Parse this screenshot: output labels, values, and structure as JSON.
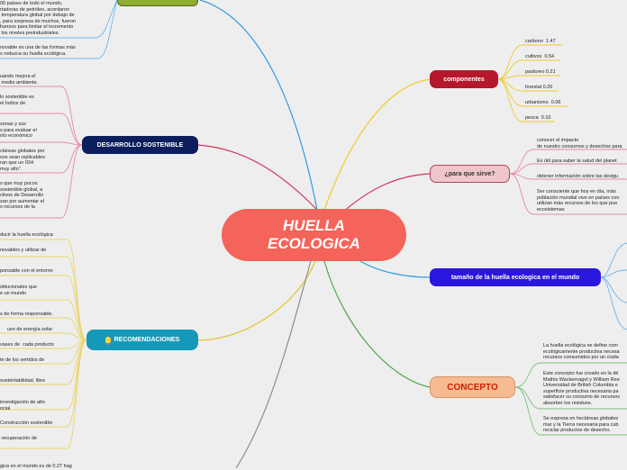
{
  "central": {
    "line1": "HUELLA",
    "line2": "ECOLOGICA"
  },
  "componentes": {
    "label": "componentes",
    "items": [
      "carbono  1.47",
      "cultivos  0.54",
      "pastoreo 0.21",
      "forestal 0.26",
      "urbanismo  0.06",
      "pesca  0.10"
    ]
  },
  "para_que": {
    "label": "¿para que sirve?",
    "items": [
      "conocer el impacto\nde nuestro consumos y desechos para",
      "Es útil para saber la salud del planet",
      "obtener información sobre las desigu",
      "Ser consciente que hoy en día, más\npoblación mundial vive en países con\nutilizan más recursos de los que pue\necosistemas"
    ]
  },
  "tamano": {
    "label": "tamaño de la huella ecologica en el mundo"
  },
  "concepto": {
    "label": "CONCEPTO",
    "items": [
      "La huella ecológica se define com\necológicamente productiva necesa\nrecursos consumidos por un ciuda",
      "Este concepto fue creado en la dé\nMathis Wackernagel y William Ree\nUniversidad de British Columbia e\nsuperficie productiva necesaria pa\nsatisfacer su consumo de recursos\nabsorber los residuos.",
      "Se expresa en hectáreas globales\nmar y la Tierra necesaria para cub\nreciclar productos de desecho."
    ]
  },
  "desarrollo": {
    "label": "DESARROLLO SOSTENIBLE",
    "items": [
      "uando mejora el\n medio ambiente.",
      "lo sostenible es\nel Índice de",
      "sonas y sus\ns para evaluar el\nnto económico",
      "ctáreas globales por\nsos sean replicables\nran que un IDH\nmuy alto\".",
      "s que muy pocos\nsostenible global, a\nctivos de Desarrollo\nzan por aumentar el\ns recursos de la"
    ]
  },
  "top_left": {
    "items": [
      "00 países de todo el mundo,\nrtadoras de petróleo, acordaron\n temperatura global por debajo de\n, para sorpresa de muchos, fueron\nfuerzos para limitar el incremento\n los niveles preindustriales.",
      "novable es una de las formas más\ns reduzca su huella ecológica."
    ]
  },
  "recomendaciones": {
    "label": "RECOMENDACIONES",
    "items": [
      "ducir la huella ecológica",
      "novables y utilizar de",
      "ponsable con el entorno",
      "stitucionales que\ne un mundo",
      "s de forma responsable.",
      "uso de energía solar",
      "vases de  cada producto",
      "te de los vertidos de",
      "sustentabilidad, libre",
      "investigación de alto\nocial",
      "Construcción sostenible",
      " recuperación de",
      "gica en el mundo es de 0.27 hag"
    ]
  },
  "colors": {
    "central": "#f4645a",
    "componentes": "#b5172c",
    "para_que": "#efc6ca",
    "tamano": "#2a17dd",
    "concepto": "#f7bb91",
    "desarrollo": "#0c1f5c",
    "recomendaciones": "#1699b8",
    "top_branch": "#8fae2e"
  }
}
